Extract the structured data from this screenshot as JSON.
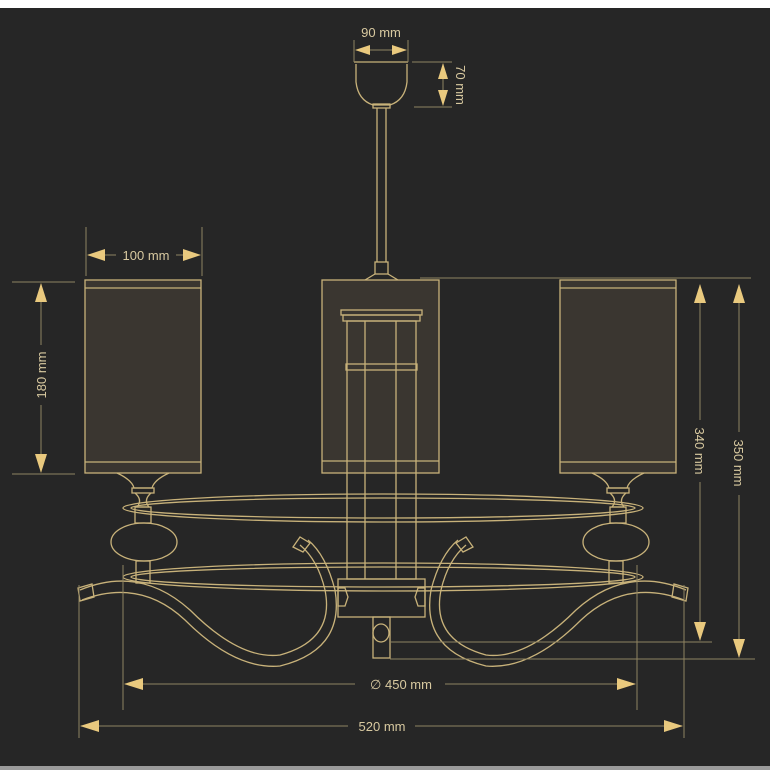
{
  "title": "Chandelier dimension drawing",
  "dimensions": {
    "canopy_width": "90 mm",
    "canopy_height": "70 mm",
    "shade_width": "100 mm",
    "shade_height": "180 mm",
    "body_height": "340 mm",
    "total_height": "350 mm",
    "ring_diameter": "∅ 450 mm",
    "total_width": "520 mm"
  },
  "colors": {
    "background": "#262626",
    "line": "#c8b27a",
    "arrow": "#e9c97e"
  }
}
